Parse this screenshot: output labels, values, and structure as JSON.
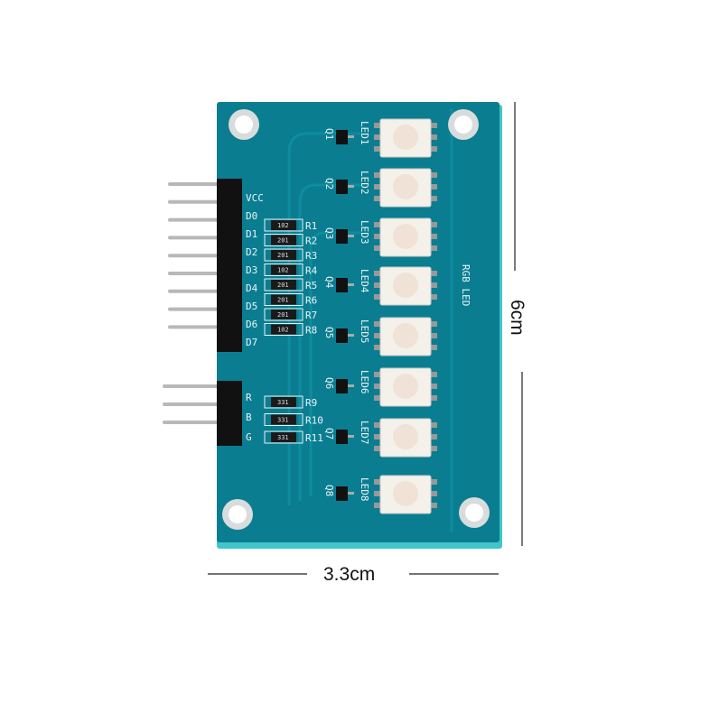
{
  "board": {
    "title": "RGB LED",
    "header_pins": [
      "VCC",
      "D0",
      "D1",
      "D2",
      "D3",
      "D4",
      "D5",
      "D6",
      "D7"
    ],
    "color_pins": [
      "R",
      "B",
      "G"
    ],
    "resistors": [
      {
        "label": "R1",
        "code": "102"
      },
      {
        "label": "R2",
        "code": "201"
      },
      {
        "label": "R3",
        "code": "201"
      },
      {
        "label": "R4",
        "code": "102"
      },
      {
        "label": "R5",
        "code": "201"
      },
      {
        "label": "R6",
        "code": "201"
      },
      {
        "label": "R7",
        "code": "201"
      },
      {
        "label": "R8",
        "code": "102"
      }
    ],
    "color_resistors": [
      {
        "label": "R9",
        "code": "331"
      },
      {
        "label": "R10",
        "code": "331"
      },
      {
        "label": "R11",
        "code": "331"
      }
    ],
    "leds": [
      "LED1",
      "LED2",
      "LED3",
      "LED4",
      "LED5",
      "LED6",
      "LED7",
      "LED8"
    ],
    "transistors": [
      "Q1",
      "Q2",
      "Q3",
      "Q4",
      "Q5",
      "Q6",
      "Q7",
      "Q8"
    ],
    "pcb_color": "#0b7d90"
  },
  "dimensions": {
    "height": "6cm",
    "width": "3.3cm"
  }
}
